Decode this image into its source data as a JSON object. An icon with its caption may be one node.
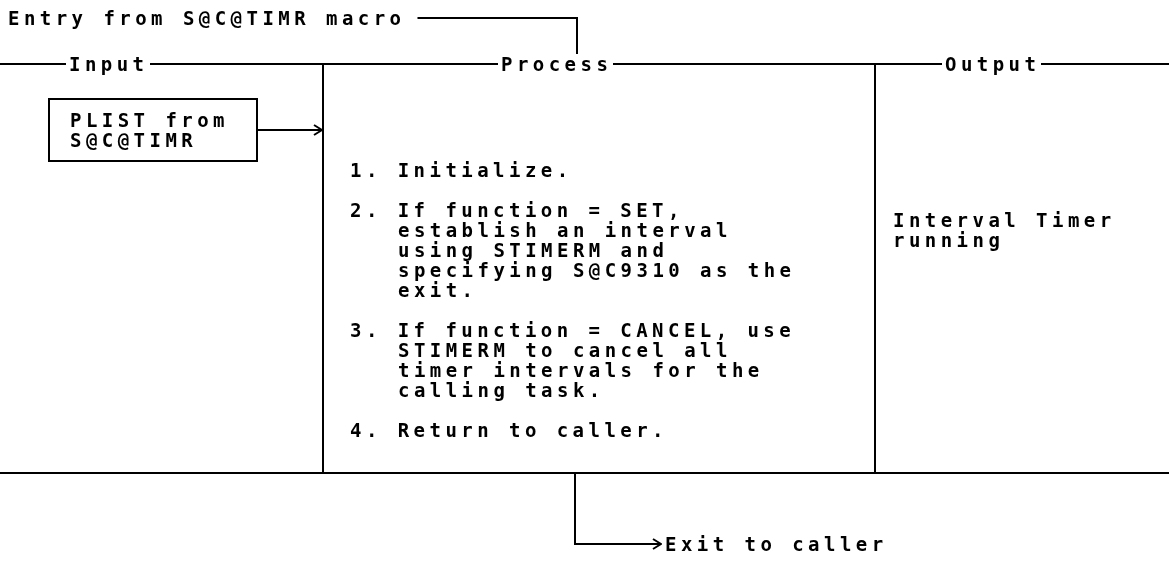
{
  "diagram": {
    "nodes": [
      {
        "text": [
          "Entry from S@C@TIMR macro"
        ]
      },
      {
        "text": [
          "Input"
        ]
      },
      {
        "text": [
          "PLIST from S@C@TIMR"
        ],
        "in": 1
      },
      {
        "text": [
          "Process",
          "1. Initialize.",
          "2. If function = SET, establish an interval using STIMERM and specifying S@C9310 as the exit.",
          "3. If function = CANCEL, use STIMERM to cancel all timer intervals for the calling task.",
          "4. Return to caller."
        ]
      },
      {
        "text": [
          "Output",
          "Interval Timer running"
        ]
      },
      {
        "text": [
          "Exit to caller"
        ]
      }
    ],
    "edges": [
      {
        "from": 0,
        "to": 3,
        "arrow": "to"
      },
      {
        "from": 2,
        "to": 3,
        "arrow": "to"
      },
      {
        "from": 3,
        "to": 5,
        "arrow": "to"
      }
    ]
  }
}
